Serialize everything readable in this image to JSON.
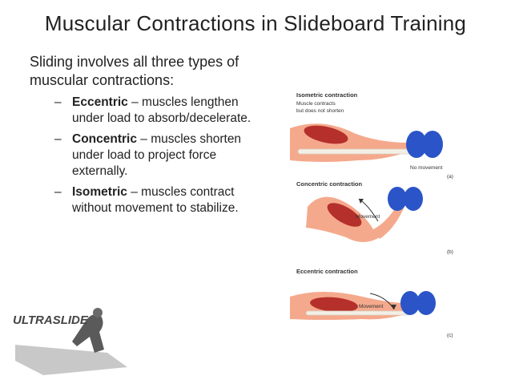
{
  "title": "Muscular Contractions in Slideboard Training",
  "intro": "Sliding involves all three types of muscular contractions:",
  "bullets": [
    {
      "term": "Eccentric",
      "text": " – muscles lengthen  under load to absorb/decelerate."
    },
    {
      "term": "Concentric",
      "text": " – muscles shorten under load to project force   externally."
    },
    {
      "term": "Isometric",
      "text": " – muscles contract without movement to stabilize."
    }
  ],
  "figure": {
    "panel_a_title": "Isometric contraction",
    "panel_a_sub1": "Muscle contracts",
    "panel_a_sub2": "but does not shorten",
    "panel_a_note": "No movement",
    "panel_a_tag": "(a)",
    "panel_b_title": "Concentric contraction",
    "panel_b_note": "Movement",
    "panel_b_tag": "(b)",
    "panel_c_title": "Eccentric contraction",
    "panel_c_note": "Movement",
    "panel_c_tag": "(c)"
  },
  "logo": {
    "text": "ULTRASLIDE"
  },
  "colors": {
    "skin": "#f5a98c",
    "muscle": "#b5302b",
    "bone": "#f3efe6",
    "weight": "#2b54c8"
  }
}
